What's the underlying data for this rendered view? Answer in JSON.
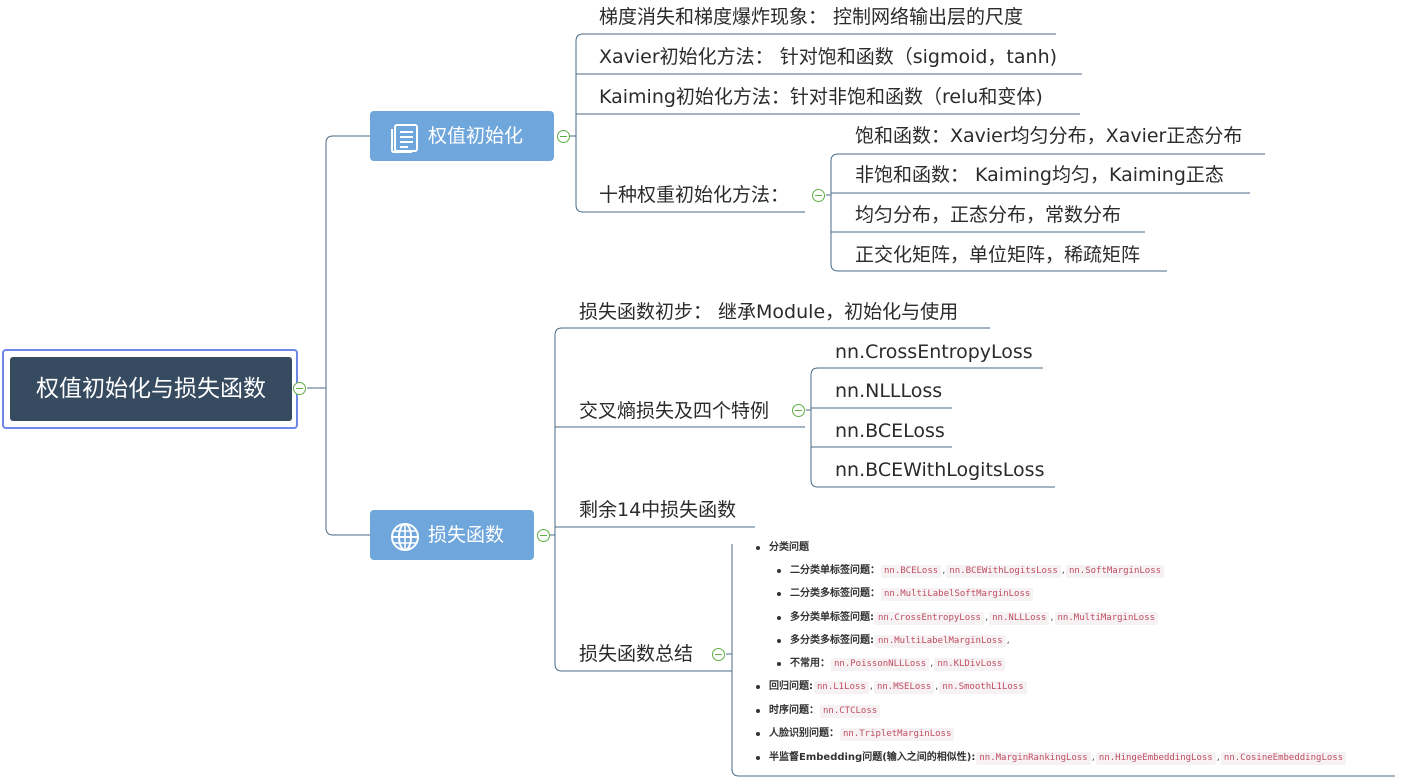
{
  "root": {
    "label": "权值初始化与损失函数"
  },
  "colors": {
    "root_bg": "#364a60",
    "topic_bg": "#6fa6dc",
    "line": "#4b6a86",
    "toggle": "#5fae45",
    "code_text": "#c04e63"
  },
  "topics": [
    {
      "label": "权值初始化",
      "icon": "document-list-icon",
      "children": [
        {
          "label": "梯度消失和梯度爆炸现象： 控制网络输出层的尺度"
        },
        {
          "label": "Xavier初始化方法： 针对饱和函数（sigmoid，tanh)"
        },
        {
          "label": "Kaiming初始化方法：针对非饱和函数（relu和变体)"
        },
        {
          "label": "十种权重初始化方法：",
          "children": [
            {
              "label": "饱和函数：Xavier均匀分布，Xavier正态分布"
            },
            {
              "label": "非饱和函数： Kaiming均匀，Kaiming正态"
            },
            {
              "label": "均匀分布，正态分布，常数分布"
            },
            {
              "label": "正交化矩阵，单位矩阵，稀疏矩阵"
            }
          ]
        }
      ]
    },
    {
      "label": "损失函数",
      "icon": "globe-icon",
      "children": [
        {
          "label": "损失函数初步： 继承Module，初始化与使用"
        },
        {
          "label": "交叉熵损失及四个特例",
          "children": [
            {
              "label": "nn.CrossEntropyLoss"
            },
            {
              "label": "nn.NLLLoss"
            },
            {
              "label": "nn.BCELoss"
            },
            {
              "label": "nn.BCEWithLogitsLoss"
            }
          ]
        },
        {
          "label": "剩余14中损失函数"
        },
        {
          "label": "损失函数总结",
          "summary": [
            {
              "label": "分类问题",
              "codes": []
            },
            {
              "label": "二分类单标签问题：",
              "codes": [
                "nn.BCELoss",
                "nn.BCEWithLogitsLoss",
                "nn.SoftMarginLoss"
              ]
            },
            {
              "label": "二分类多标签问题：",
              "codes": [
                "nn.MultiLabelSoftMarginLoss"
              ]
            },
            {
              "label": "多分类单标签问题:",
              "codes": [
                "nn.CrossEntropyLoss",
                "nn.NLLLoss",
                "nn.MultiMarginLoss"
              ]
            },
            {
              "label": "多分类多标签问题:",
              "codes": [
                "nn.MultiLabelMarginLoss"
              ],
              "trailing": ","
            },
            {
              "label": "不常用：",
              "codes": [
                "nn.PoissonNLLLoss",
                "nn.KLDivLoss"
              ]
            },
            {
              "label": "回归问题:",
              "codes": [
                "nn.L1Loss",
                "nn.MSELoss",
                "nn.SmoothL1Loss"
              ]
            },
            {
              "label": "时序问题：",
              "codes": [
                "nn.CTCLoss"
              ]
            },
            {
              "label": "人脸识别问题：",
              "codes": [
                "nn.TripletMarginLoss"
              ]
            },
            {
              "label": "半监督Embedding问题(输入之间的相似性):",
              "codes": [
                "nn.MarginRankingLoss",
                "nn.HingeEmbeddingLoss",
                "nn.CosineEmbeddingLoss"
              ]
            }
          ]
        }
      ]
    }
  ]
}
